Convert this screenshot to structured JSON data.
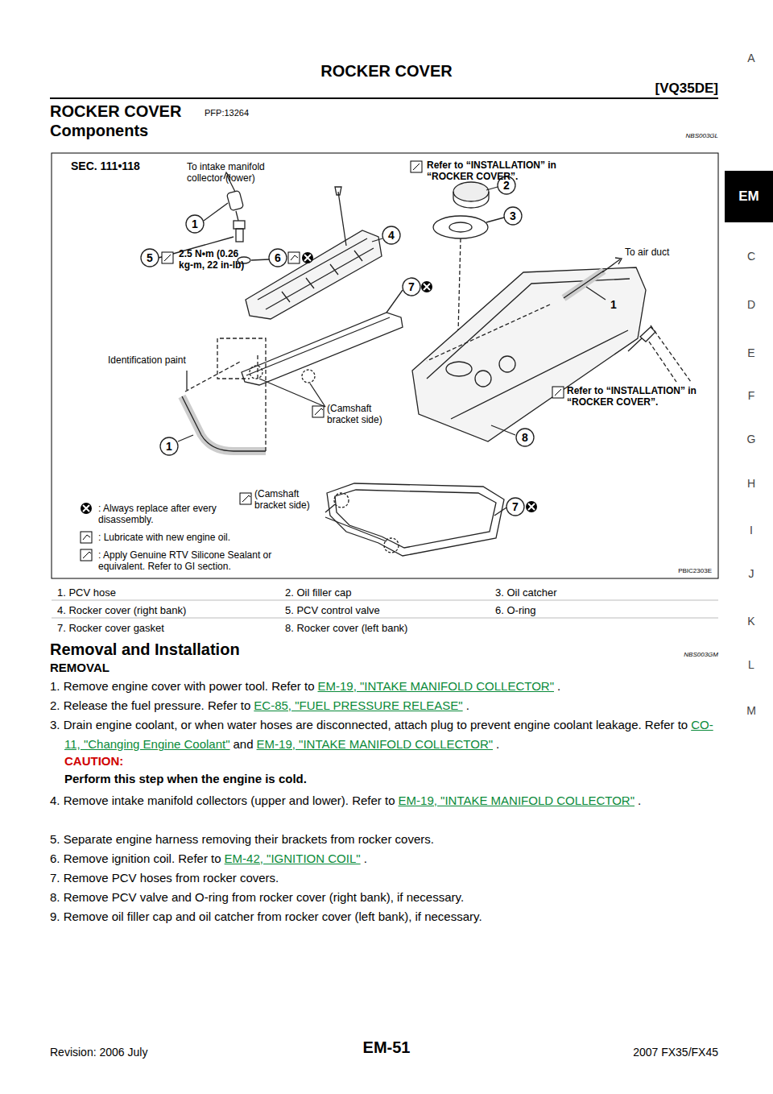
{
  "diagram": {
    "title": "ROCKER COVER",
    "labels": [
      "ROCKER COVER",
      "[VQ35DE]",
      "PFP:13264",
      "Components",
      "NBS003GL",
      "A",
      "EM",
      "C",
      "D",
      "E",
      "F",
      "G",
      "H",
      "I",
      "J",
      "K",
      "L",
      "M",
      "SEC. 111•118",
      "To intake manifold collector (lower)",
      "Refer to “INSTALLATION” in “ROCKER COVER”.",
      "2.5 N•m (0.26 kg-m, 22 in-lb)",
      "To air duct",
      "Identification paint",
      "(Camshaft bracket side)",
      "Refer to “INSTALLATION” in “ROCKER COVER”.",
      "(Camshaft bracket side)",
      ": Always replace after every disassembly.",
      ": Lubricate with new engine oil.",
      ": Apply Genuine RTV Silicone Sealant or equivalent. Refer to GI section.",
      "PBIC2303E",
      "1",
      "2",
      "3",
      "4",
      "5",
      "6",
      "7",
      "1",
      "8",
      "1",
      "7",
      "1. PCV hose",
      "2. Oil filler cap",
      "3. Oil catcher",
      "4. Rocker cover (right bank)",
      "5. PCV control valve",
      "6. O-ring",
      "7. Rocker cover gasket",
      "8. Rocker cover (left bank)",
      "Removal and Installation",
      "NBS003GM",
      "REMOVAL",
      "1. Remove engine cover with power tool. Refer to",
      "EM-19, \"INTAKE MANIFOLD COLLECTOR\"",
      ".",
      "2. Release the fuel pressure. Refer to",
      "EC-85, \"FUEL PRESSURE RELEASE\"",
      ".",
      "3. Drain engine coolant, or when water hoses are disconnected, attach plug to prevent engine coolant leakage. Refer to",
      "CO-11, \"Changing Engine Coolant\"",
      "and",
      "EM-19, \"INTAKE MANIFOLD COLLECTOR\"",
      ".",
      "CAUTION:",
      "Perform this step when the engine is cold.",
      "4. Remove intake manifold collectors (upper and lower). Refer to",
      "EM-19, \"INTAKE MANIFOLD COLLECTOR\"",
      ".",
      "5. Separate engine harness removing their brackets from rocker covers.",
      "6. Remove ignition coil. Refer to",
      "EM-42, \"IGNITION COIL\"",
      ".",
      "7. Remove PCV hoses from rocker covers.",
      "8. Remove PCV valve and O-ring from rocker cover (right bank), if necessary.",
      "9. Remove oil filler cap and oil catcher from rocker cover (left bank), if necessary.",
      "EM-51",
      "Revision: 2006 July",
      "2007 FX35/FX45"
    ]
  }
}
